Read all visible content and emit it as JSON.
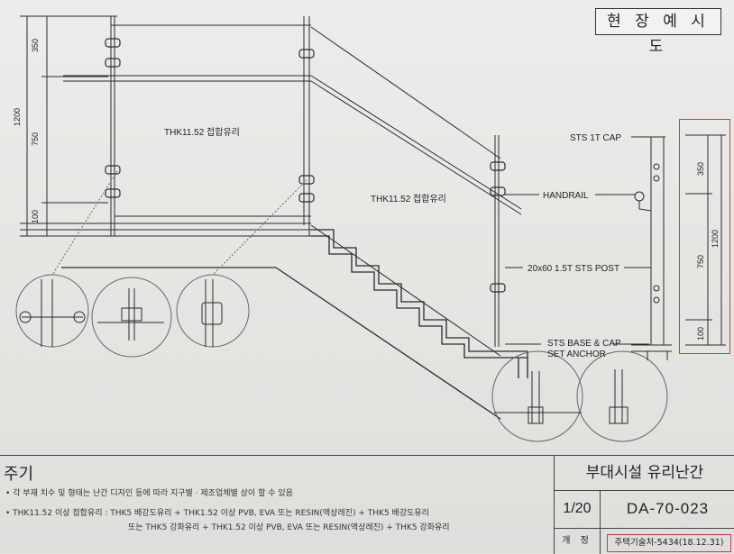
{
  "header": {
    "title_badge": "현 장 예 시 도"
  },
  "dimensions_left": {
    "d350": "350",
    "d750": "750",
    "d100": "100",
    "d1200": "1200"
  },
  "dimensions_right": {
    "d350": "350",
    "d750": "750",
    "d100": "100",
    "d1200": "1200"
  },
  "glass_labels": {
    "upper": "THK11.52 접합유리",
    "stair": "THK11.52 접합유리"
  },
  "callouts": {
    "cap": "STS 1T CAP",
    "handrail": "HANDRAIL",
    "post": "20x60 1.5T STS POST",
    "base1": "STS BASE & CAP",
    "base2": "SET ANCHOR"
  },
  "notes": {
    "title": "주기",
    "line1": "• 각 부재 치수 및 형태는 난간 디자인 등에 따라 지구별 · 제조업체별 상이 할 수 있음",
    "line2": "• THK11.52 이상 접합유리 : THK5 배강도유리 + THK1.52 이상 PVB, EVA 또는 RESIN(액상레진) + THK5 배강도유리",
    "line3": "또는 THK5 강화유리 + THK1.52 이상 PVB, EVA 또는 RESIN(액상레진) + THK5 강화유리"
  },
  "title_block": {
    "name": "부대시설 유리난간",
    "scale": "1/20",
    "code": "DA-70-023",
    "revision_label": "개 정",
    "revision": "주택기술처-5434(18.12.31)"
  },
  "colors": {
    "line": "#2a2a2a",
    "highlight": "#d43a3a",
    "paper": "#e8e8e5"
  }
}
